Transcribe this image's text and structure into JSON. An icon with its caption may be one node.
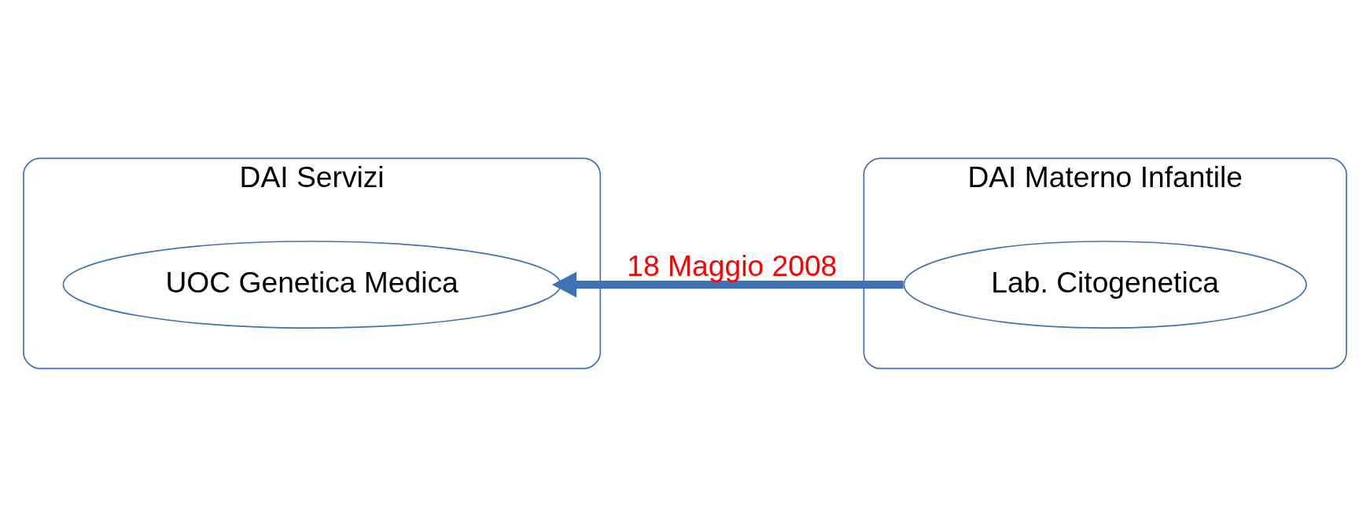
{
  "diagram": {
    "nodes": [
      {
        "text": [
          "DAI Servizi"
        ]
      },
      {
        "text": [
          "UOC Genetica Medica"
        ],
        "in": 0
      },
      {
        "text": [
          "DAI Materno Infantile"
        ]
      },
      {
        "text": [
          "Lab. Citogenetica"
        ],
        "in": 2
      }
    ],
    "edges": [
      {
        "from": 3,
        "to": 1,
        "arrow": "to",
        "label": "18 Maggio 2008"
      }
    ]
  }
}
